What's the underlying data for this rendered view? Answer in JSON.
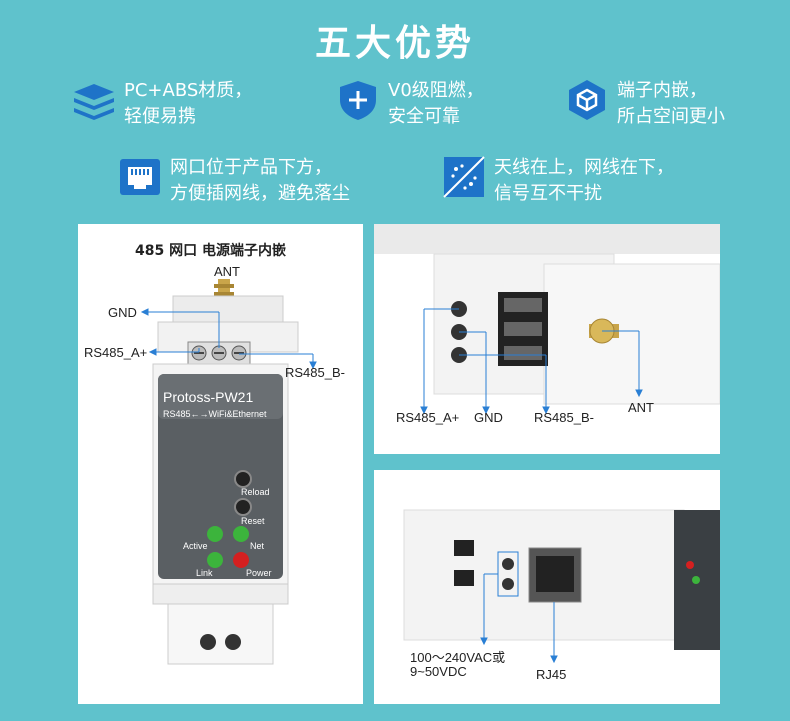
{
  "title": "五大优势",
  "features": [
    {
      "icon": "layers-icon",
      "line1": "PC+ABS材质，",
      "line2": "轻便易携"
    },
    {
      "icon": "shield-plus-icon",
      "line1": "V0级阻燃，",
      "line2": "安全可靠"
    },
    {
      "icon": "hexagon-cube-icon",
      "line1": "端子内嵌，",
      "line2": "所占空间更小"
    },
    {
      "icon": "ethernet-port-icon",
      "line1": "网口位于产品下方，",
      "line2": "方便插网线，避免落尘"
    },
    {
      "icon": "signal-separation-icon",
      "line1": "天线在上，网线在下，",
      "line2": "信号互不干扰"
    }
  ],
  "front_panel": {
    "heading": "485  网口  电源端子内嵌",
    "ant": "ANT",
    "gnd": "GND",
    "rs485a": "RS485_A+",
    "rs485b": "RS485_B-",
    "brand": "Protoss-PW21",
    "subtitle": "RS485←→WiFi&Ethernet",
    "reload": "Reload",
    "reset": "Reset",
    "active": "Active",
    "net": "Net",
    "link": "Link",
    "power": "Power"
  },
  "top_panel": {
    "rs485a": "RS485_A+",
    "gnd": "GND",
    "rs485b": "RS485_B-",
    "ant": "ANT"
  },
  "bottom_panel": {
    "power_line1": "100～240VAC或",
    "power_line2": "9~50VDC",
    "rj45": "RJ45"
  },
  "colors": {
    "background": "#5fc2cc",
    "icon_blue": "#1e73c8",
    "line_blue": "#2a7fd4",
    "led_green": "#3cb43c",
    "led_red": "#d42020",
    "device_dark": "#5a5f63"
  }
}
